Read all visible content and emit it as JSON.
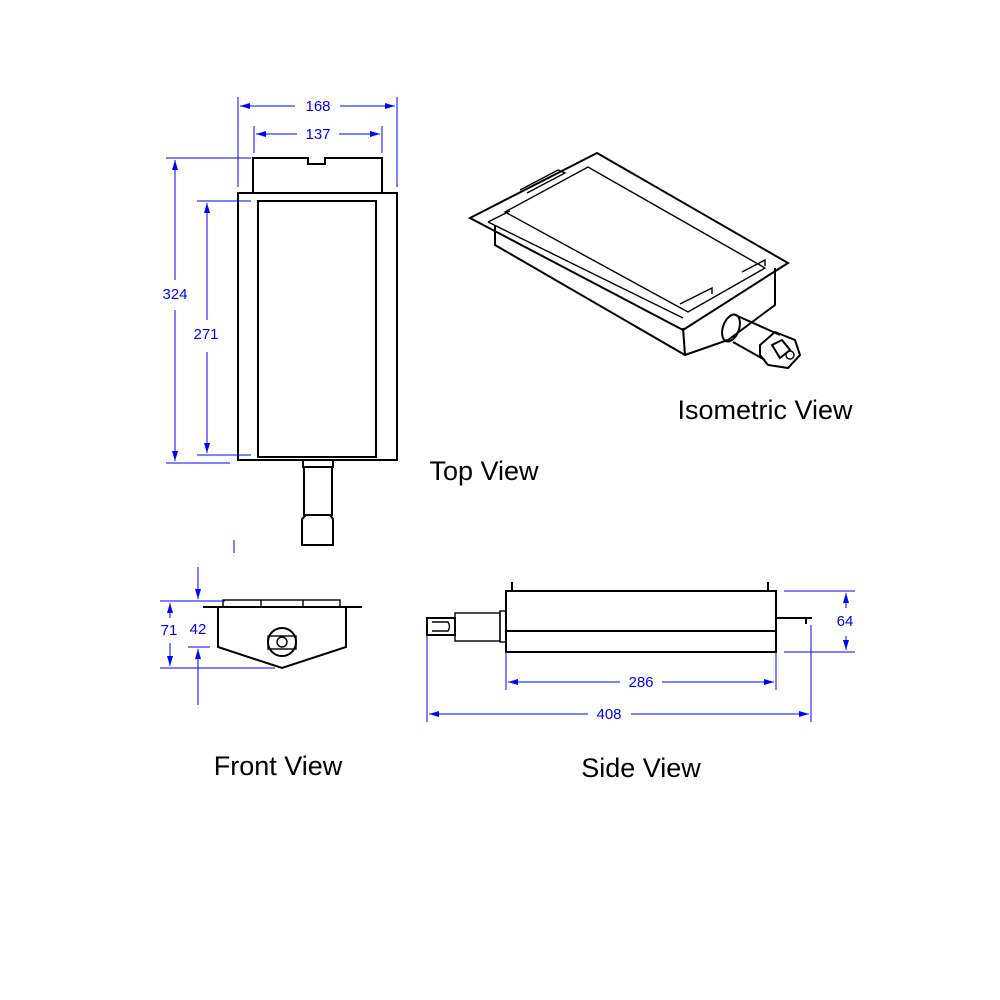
{
  "views": {
    "top": "Top View",
    "isometric": "Isometric View",
    "front": "Front View",
    "side": "Side View"
  },
  "dimensions": {
    "top_overall_width": "168",
    "top_flange_width": "137",
    "top_overall_length": "324",
    "top_inner_length": "271",
    "front_overall_height": "71",
    "front_body_height": "42",
    "side_height": "64",
    "side_body_length": "286",
    "side_overall_length": "408"
  },
  "colors": {
    "dimension": "#0000ff",
    "outline": "#000000"
  }
}
